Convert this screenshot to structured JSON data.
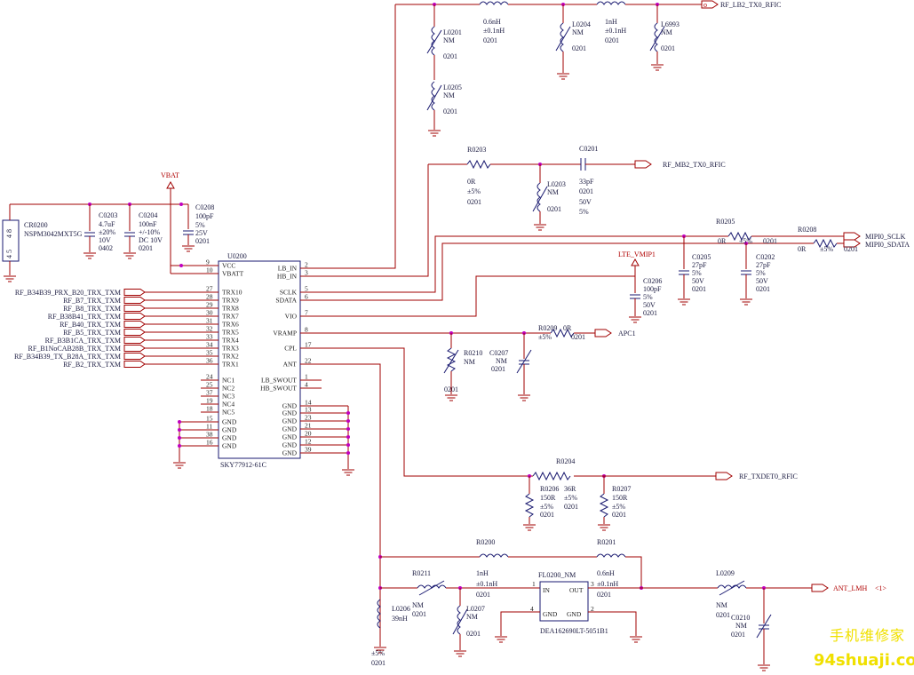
{
  "ic": {
    "ref": "U0200",
    "part": "SKY77912-61C"
  },
  "pins_left": [
    {
      "n": "9",
      "name": "VCC"
    },
    {
      "n": "10",
      "name": "VBATT"
    },
    {
      "n": "27",
      "name": "TRX10"
    },
    {
      "n": "28",
      "name": "TRX9"
    },
    {
      "n": "29",
      "name": "TRX8"
    },
    {
      "n": "30",
      "name": "TRX7"
    },
    {
      "n": "31",
      "name": "TRX6"
    },
    {
      "n": "32",
      "name": "TRX5"
    },
    {
      "n": "33",
      "name": "TRX4"
    },
    {
      "n": "34",
      "name": "TRX3"
    },
    {
      "n": "35",
      "name": "TRX2"
    },
    {
      "n": "36",
      "name": "TRX1"
    },
    {
      "n": "24",
      "name": "NC1"
    },
    {
      "n": "25",
      "name": "NC2"
    },
    {
      "n": "37",
      "name": "NC3"
    },
    {
      "n": "19",
      "name": "NC4"
    },
    {
      "n": "18",
      "name": "NC5"
    },
    {
      "n": "15",
      "name": "GND"
    },
    {
      "n": "11",
      "name": "GND"
    },
    {
      "n": "38",
      "name": "GND"
    },
    {
      "n": "16",
      "name": "GND"
    }
  ],
  "pins_right": [
    {
      "n": "2",
      "name": "LB_IN"
    },
    {
      "n": "3",
      "name": "HB_IN"
    },
    {
      "n": "5",
      "name": "SCLK"
    },
    {
      "n": "6",
      "name": "SDATA"
    },
    {
      "n": "7",
      "name": "VIO"
    },
    {
      "n": "8",
      "name": "VRAMP"
    },
    {
      "n": "17",
      "name": "CPL"
    },
    {
      "n": "22",
      "name": "ANT"
    },
    {
      "n": "1",
      "name": "LB_SWOUT"
    },
    {
      "n": "4",
      "name": "HB_SWOUT"
    },
    {
      "n": "14",
      "name": "GND"
    },
    {
      "n": "13",
      "name": "GND"
    },
    {
      "n": "23",
      "name": "GND"
    },
    {
      "n": "21",
      "name": "GND"
    },
    {
      "n": "20",
      "name": "GND"
    },
    {
      "n": "12",
      "name": "GND"
    },
    {
      "n": "39",
      "name": "GND"
    }
  ],
  "trx_nets": [
    "RF_B34B39_PRX_B20_TRX_TXM",
    "RF_B7_TRX_TXM",
    "RF_B8_TRX_TXM",
    "RF_B38B41_TRX_TXM",
    "RF_B40_TRX_TXM",
    "RF_B5_TRX_TXM",
    "RF_B3B1CA_TRX_TXM",
    "RF_B1NoCAB28B_TRX_TXM",
    "RF_B34B39_TX_B28A_TRX_TXM",
    "RF_B2_TRX_TXM"
  ],
  "power": {
    "vbat": "VBAT",
    "lte_vmip": "LTE_VMIP1"
  },
  "nets": {
    "rf_lb2": "RF_LB2_TX0_RFIC",
    "rf_mb2": "RF_MB2_TX0_RFIC",
    "mipi_sclk": "MIPI0_SCLK",
    "mipi_sdata": "MIPI0_SDATA",
    "apc": "APC1",
    "txdet": "RF_TXDET0_RFIC",
    "ant": "ANT_LMH",
    "ant_sheet": "<1>"
  },
  "parts": {
    "cr0200": {
      "ref": "CR0200",
      "val": "NSPM3042MXT5G",
      "p1": "4 8",
      "p2": "4 5"
    },
    "c0203": {
      "ref": "C0203",
      "l1": "4.7uF",
      "l2": "±20%",
      "l3": "10V",
      "l4": "0402"
    },
    "c0204": {
      "ref": "C0204",
      "l1": "100nF",
      "l2": "+/-10%",
      "l3": "DC 10V",
      "l4": "0201"
    },
    "c0208": {
      "ref": "C0208",
      "l1": "100pF",
      "l2": "5%",
      "l3": "25V",
      "l4": "0201"
    },
    "l0201": {
      "ref": "L0201",
      "l1": "NM",
      "l2": "0201"
    },
    "l0205": {
      "ref": "L0205",
      "l1": "NM",
      "l2": "0201"
    },
    "ltop1": {
      "l1": "0.6nH",
      "l2": "±0.1nH",
      "l3": "0201"
    },
    "l0204": {
      "ref": "L0204",
      "l1": "NM",
      "l2": "0201"
    },
    "ltop2": {
      "l1": "1nH",
      "l2": "±0.1nH",
      "l3": "0201"
    },
    "l6993": {
      "ref": "L6993",
      "l1": "NM",
      "l2": "0201"
    },
    "r0203": {
      "ref": "R0203",
      "l1": "0R",
      "l2": "±5%",
      "l3": "0201"
    },
    "c0201": {
      "ref": "C0201",
      "l1": "33pF",
      "l2": "0201",
      "l3": "50V",
      "l4": "5%"
    },
    "l0203": {
      "ref": "L0203",
      "l1": "NM",
      "l2": "0201"
    },
    "r0205": {
      "ref": "R0205",
      "l1": "0R",
      "l2": "±5%",
      "l3": "0201"
    },
    "r0208": {
      "ref": "R0208",
      "l1": "0R",
      "l2": "±5%",
      "l3": "0201"
    },
    "c0205": {
      "ref": "C0205",
      "l1": "27pF",
      "l2": "5%",
      "l3": "50V",
      "l4": "0201"
    },
    "c0202": {
      "ref": "C0202",
      "l1": "27pF",
      "l2": "5%",
      "l3": "50V",
      "l4": "0201"
    },
    "c0206": {
      "ref": "C0206",
      "l1": "100pF",
      "l2": "5%",
      "l3": "50V",
      "l4": "0201"
    },
    "r0209": {
      "ref": "R0209",
      "l1": "0R",
      "l2": "±5%",
      "l3": "0201"
    },
    "r0210": {
      "ref": "R0210",
      "l1": "NM",
      "l2": "0201"
    },
    "c0207": {
      "ref": "C0207",
      "l1": "NM",
      "l2": "0201"
    },
    "r0204": {
      "ref": "R0204",
      "l1": "36R",
      "l2": "±5%",
      "l3": "0201"
    },
    "r0206": {
      "ref": "R0206",
      "l1": "150R",
      "l2": "±5%",
      "l3": "0201"
    },
    "r0207": {
      "ref": "R0207",
      "l1": "150R",
      "l2": "±5%",
      "l3": "0201"
    },
    "r0200": {
      "ref": "R0200",
      "l1": "1nH",
      "l2": "±0.1nH",
      "l3": "0201"
    },
    "r0201": {
      "ref": "R0201",
      "l1": "0.6nH",
      "l2": "±0.1nH",
      "l3": "0201"
    },
    "r0211": {
      "ref": "R0211",
      "l1": "NM",
      "l2": "0201"
    },
    "l0206": {
      "ref": "L0206",
      "l1": "39nH",
      "l2": "±5%",
      "l3": "0201"
    },
    "l0207": {
      "ref": "L0207",
      "l1": "NM",
      "l2": "0201"
    },
    "fl0200": {
      "ref": "FL0200_NM",
      "part": "DEA162690LT-5051B1",
      "in": "IN",
      "out": "OUT",
      "gnd1": "GND",
      "gnd2": "GND",
      "p1": "1",
      "p2": "3",
      "p4": "4",
      "p2b": "2"
    },
    "l0209": {
      "ref": "L0209",
      "l1": "NM",
      "l2": "0201"
    },
    "c0210": {
      "ref": "C0210",
      "l1": "NM",
      "l2": "0201"
    }
  },
  "watermark": {
    "line1": "手机维修家",
    "line2": "94shuaji.com"
  }
}
